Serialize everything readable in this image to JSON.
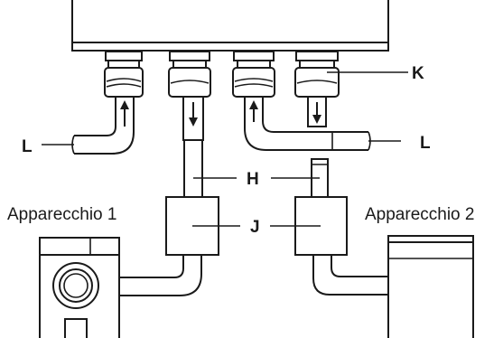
{
  "labels": {
    "K": "K",
    "L_left": "L",
    "L_right": "L",
    "H": "H",
    "J": "J",
    "appliance_1": "Apparecchio 1",
    "appliance_2": "Apparecchio 2"
  },
  "icons": {
    "arrows": [
      "arrow-up-icon",
      "arrow-down-icon",
      "arrow-up-icon",
      "arrow-down-icon"
    ]
  },
  "colors": {
    "line": "#1a1a1a",
    "background": "#ffffff"
  }
}
